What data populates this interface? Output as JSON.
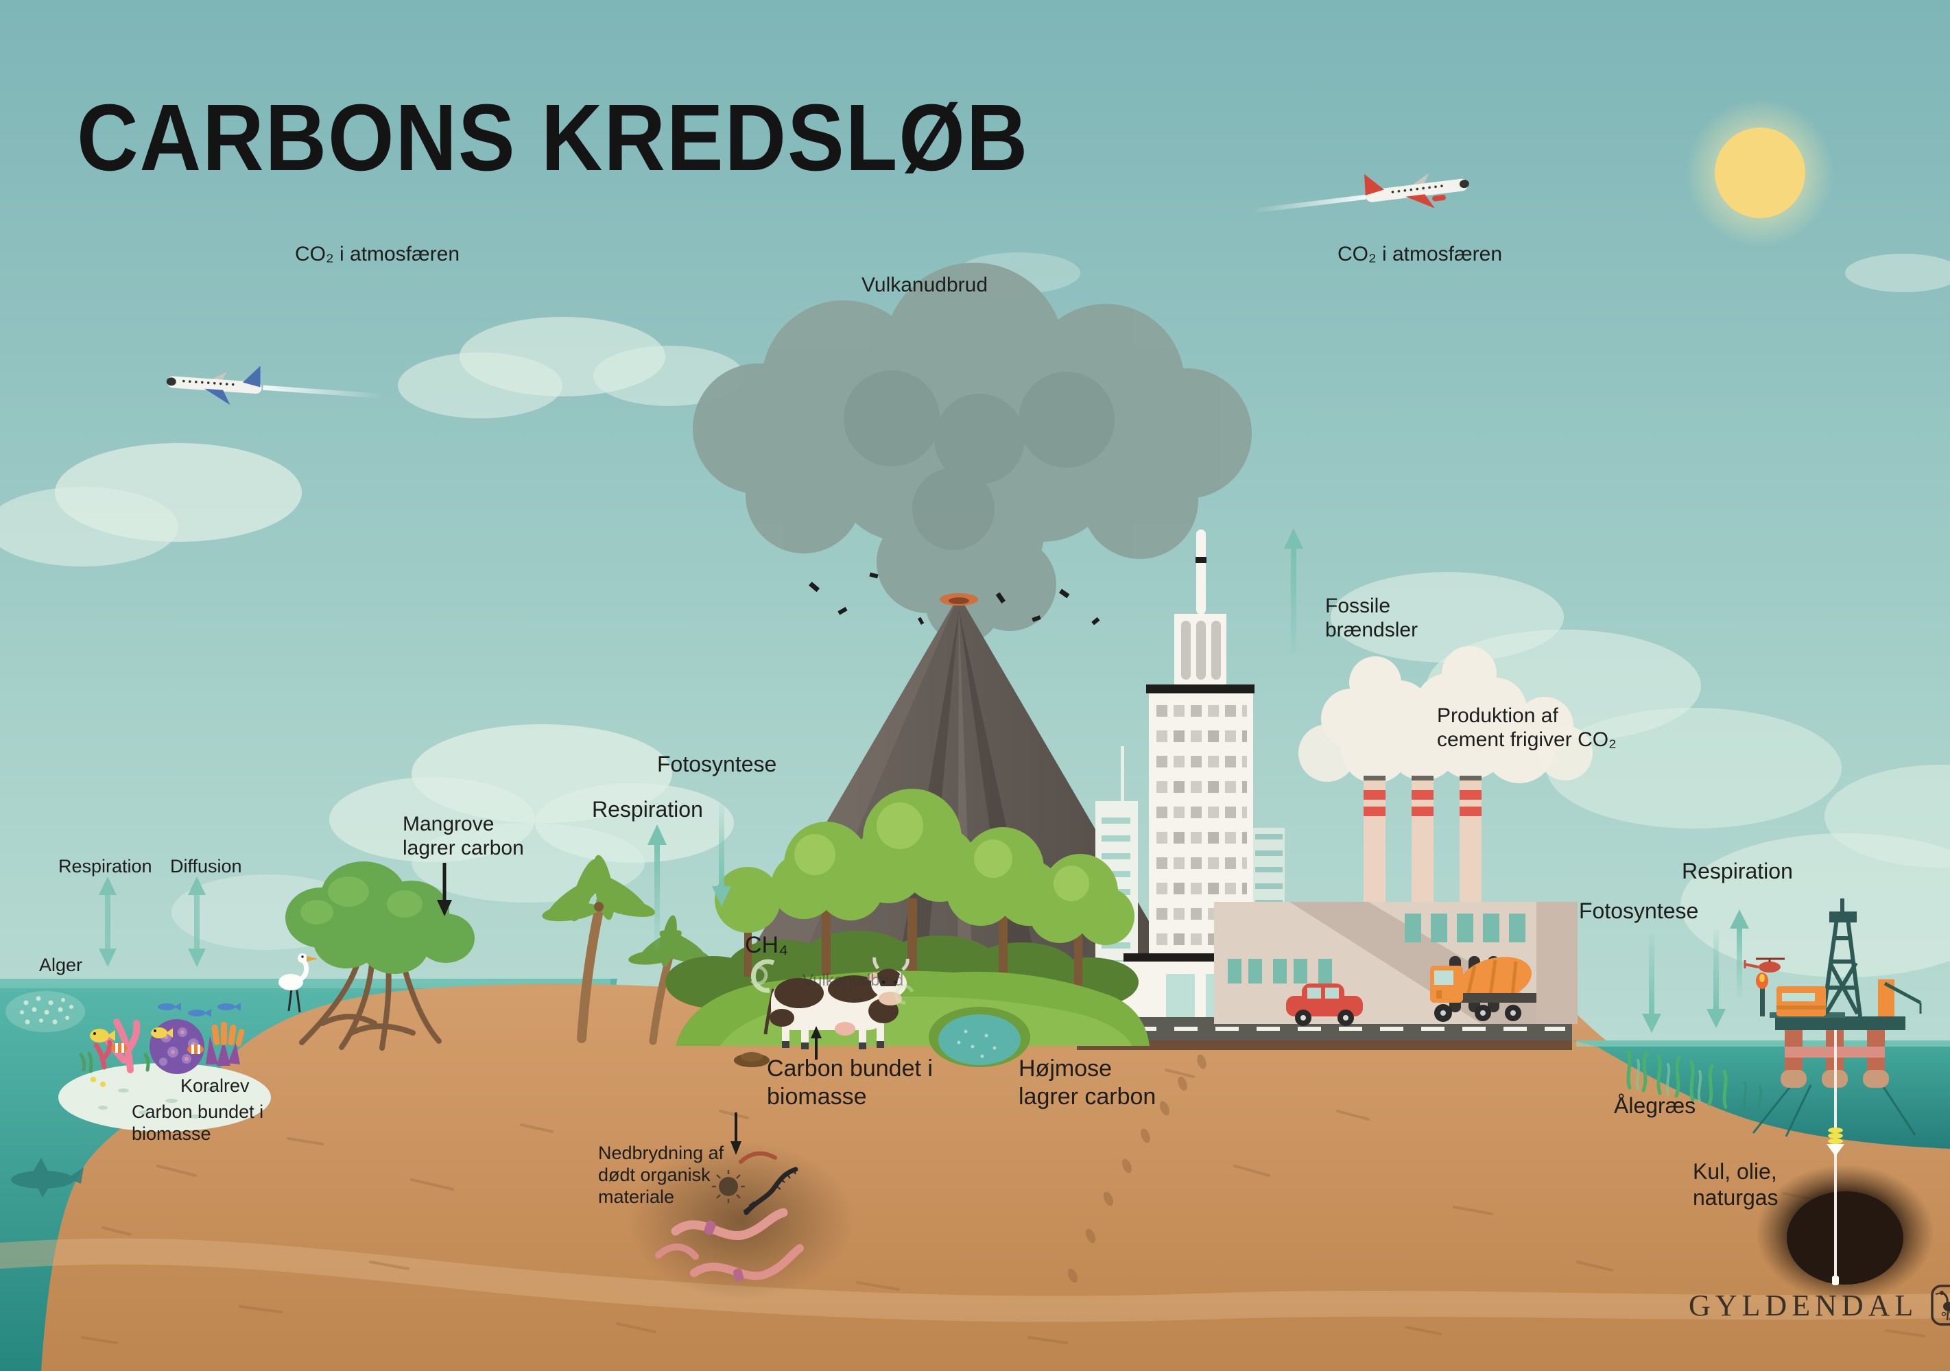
{
  "title": "CARBONS KREDSLØB",
  "labels": {
    "co2_left": "CO₂ i atmosfæren",
    "vulkanudbrud": "Vulkanudbrud",
    "co2_right": "CO₂ i atmosfæren",
    "fossile": "Fossile\nbrændsler",
    "produktion": "Produktion af\ncement frigiver CO₂",
    "fotosyntese_center": "Fotosyntese",
    "respiration_center": "Respiration",
    "mangrove": "Mangrove\nlagrer carbon",
    "respiration_left": "Respiration",
    "diffusion": "Diffusion",
    "alger": "Alger",
    "koralrev": "Koralrev",
    "carbon_biomasse_left": "Carbon bundet i\nbiomasse",
    "ch4": "CH₄",
    "vulkanudbrud_faint": "Vulkanudbrud",
    "carbon_biomasse_center": "Carbon bundet i\nbiomasse",
    "hojmose": "Højmose\nlagrer carbon",
    "nedbrydning": "Nedbrydning af\ndødt organisk\nmateriale",
    "alegraes": "Ålegræs",
    "kul_olie_naturgas": "Kul, olie,\nnaturgas",
    "respiration_right": "Respiration",
    "fotosyntese_right": "Fotosyntese"
  },
  "logo": {
    "name": "GYLDENDAL",
    "emblem": "stork-icon"
  },
  "scene_elements": [
    "sun",
    "airplane-left",
    "airplane-right",
    "volcano-eruption",
    "ash-cloud",
    "city-skyscraper",
    "cement-factory",
    "smokestacks",
    "red-car",
    "cement-truck",
    "road",
    "mangrove-trees",
    "egret",
    "palm-trees",
    "forest-trees",
    "cow",
    "methane-puff",
    "bog-pond",
    "coral-reef",
    "shark",
    "algae-bloom",
    "soil-decomposers",
    "earthworms",
    "seagrass",
    "oil-rig",
    "helicopter",
    "fossil-deposit",
    "drill-string",
    "flux-arrows"
  ],
  "colors": {
    "sky_top": "#7eb5b7",
    "sky_bottom": "#c9e5da",
    "ocean": "#46aca0",
    "sand": "#d39d6b",
    "road": "#5d5c54",
    "arrow_teal": "#79c2b1",
    "ash_smoke": "#8ba39c",
    "factory_smoke": "#f3eee4",
    "accent_red": "#d94f43",
    "accent_orange": "#ef8f3c",
    "text": "#1d1d1b",
    "brand": "#3a3028"
  }
}
